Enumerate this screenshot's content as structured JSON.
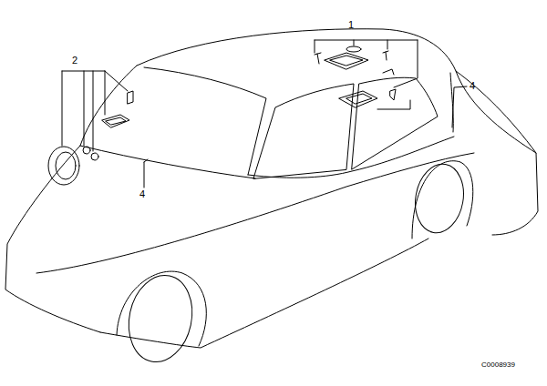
{
  "diagram": {
    "labels": [
      "1",
      "2",
      "4",
      "4",
      "C0008939"
    ]
  }
}
